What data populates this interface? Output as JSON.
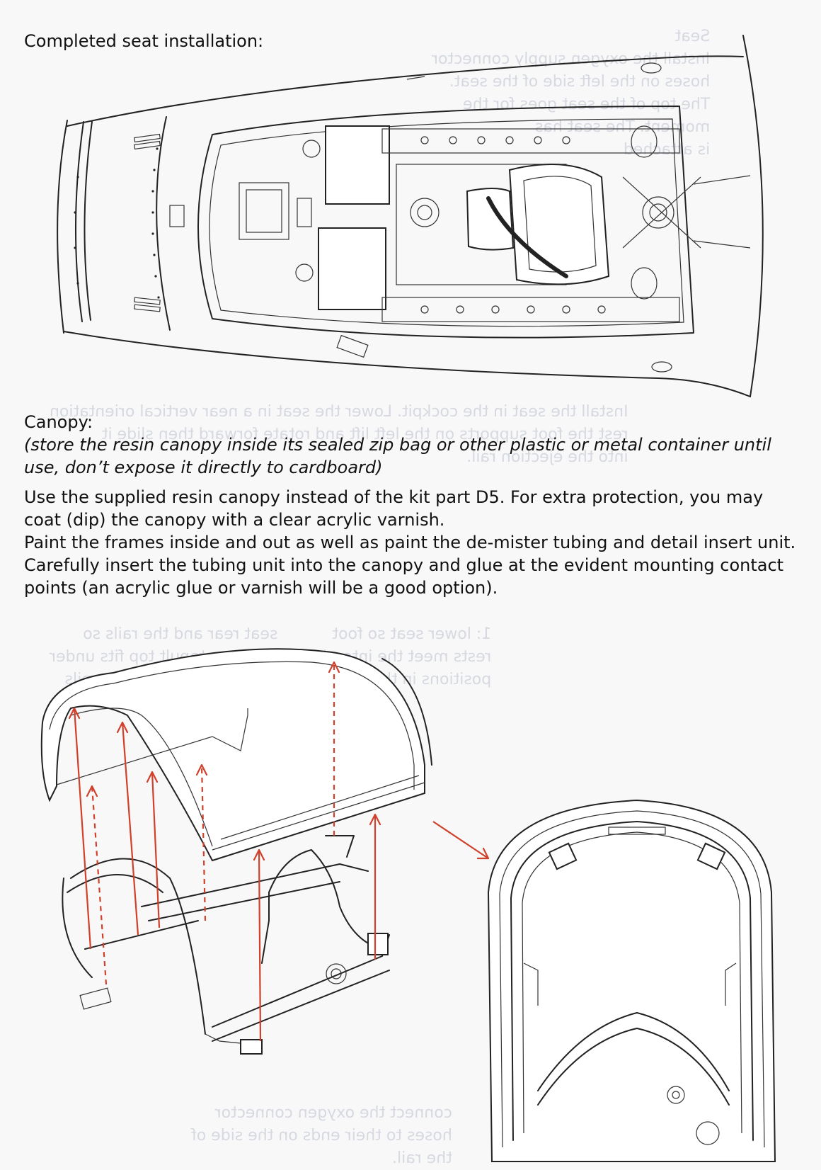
{
  "headings": {
    "seat_installation": "Completed seat installation:",
    "canopy": "Canopy:"
  },
  "canopy_note": "(store the resin canopy inside its sealed zip bag or other plastic or metal container until use, don’t expose it directly to cardboard)",
  "paragraphs": [
    "Use the supplied resin canopy instead of the kit part D5. For extra protection, you may coat (dip) the canopy with a clear acrylic varnish.",
    "Paint the frames inside and out as well as paint the de-mister tubing and detail insert unit.",
    "Carefully insert the tubing unit into the canopy and glue at the evident mounting contact points (an acrylic glue or varnish will be a good option)."
  ],
  "colors": {
    "arrow": "#d0402a",
    "text": "#111111",
    "paper": "#f8f8f9",
    "show_through": "#d6d9e0"
  }
}
